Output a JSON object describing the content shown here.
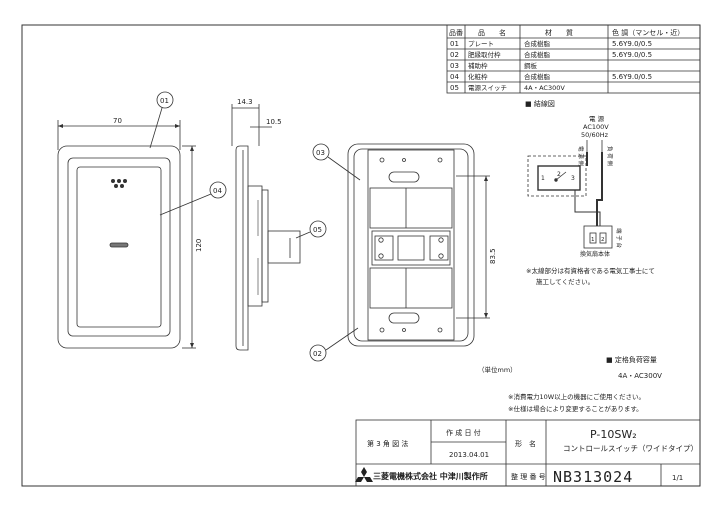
{
  "parts_table": {
    "headers": [
      "品番",
      "品　　名",
      "材　　質",
      "色 調（マンセル・近）"
    ],
    "rows": [
      {
        "no": "01",
        "name": "プレート",
        "material": "合成樹脂",
        "color": "5.6Y9.0/0.5"
      },
      {
        "no": "02",
        "name": "肥縁取付枠",
        "material": "合成樹脂",
        "color": "5.6Y9.0/0.5"
      },
      {
        "no": "03",
        "name": "補助枠",
        "material": "鋼板",
        "color": ""
      },
      {
        "no": "04",
        "name": "化粧枠",
        "material": "合成樹脂",
        "color": "5.6Y9.0/0.5"
      },
      {
        "no": "05",
        "name": "電源スイッチ",
        "material": "4A・AC300V",
        "color": ""
      }
    ]
  },
  "front_view": {
    "callout_01": "01",
    "callout_04": "04",
    "dim_width": "70",
    "dim_height": "120"
  },
  "side_view": {
    "dim_top": "14.3",
    "dim_right": "10.5",
    "callout_05": "05"
  },
  "back_view": {
    "callout_03": "03",
    "callout_02": "02",
    "dim_height": "83.5"
  },
  "wiring": {
    "title": "■ 結線図",
    "power_label": "電 源",
    "voltage": "AC100V",
    "frequency": "50/60Hz",
    "left_vertical": "電 源 側",
    "right_vertical": "負 荷 側",
    "load_label": "換気扇本体",
    "load_vertical": "端 子 台",
    "switch_nums": [
      "1",
      "2",
      "3"
    ],
    "terminal_nums": [
      "1",
      "2"
    ],
    "note_line1": "※太線部分は有資格者である電気工事士にて",
    "note_line2": "施工してください。"
  },
  "rating": {
    "title": "■ 定格負荷容量",
    "value": "4A・AC300V"
  },
  "unit_note": "（単位mm）",
  "notes": {
    "line1": "※消費電力10W以上の機器にご使用ください。",
    "line2": "※仕様は場合により変更することがあります。"
  },
  "title_block": {
    "projection": "第 3 角 図 法",
    "date_label": "作 成 日 付",
    "date": "2013.04.01",
    "type_label": "形　名",
    "model": "P-10SW₂",
    "model_desc": "コントロールスイッチ（ワイドタイプ）",
    "company": "三菱電機株式会社 中津川製作所",
    "drawing_no_label": "整 理 番 号",
    "drawing_no": "NB313024",
    "sheet": "1/1"
  }
}
